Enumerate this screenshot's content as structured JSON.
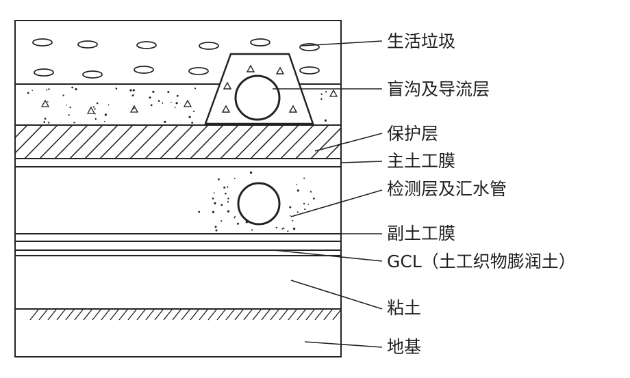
{
  "diagram": {
    "colors": {
      "ink": "#222222",
      "paper": "#ffffff"
    },
    "labels": {
      "garbage": "生活垃圾",
      "blind_ditch": "盲沟及导流层",
      "protective": "保护层",
      "main_membrane": "主土工膜",
      "detection": "检测层及汇水管",
      "secondary_membrane": "副土工膜",
      "gcl": "GCL（土工织物膨润土）",
      "clay": "粘土",
      "foundation": "地基"
    }
  }
}
